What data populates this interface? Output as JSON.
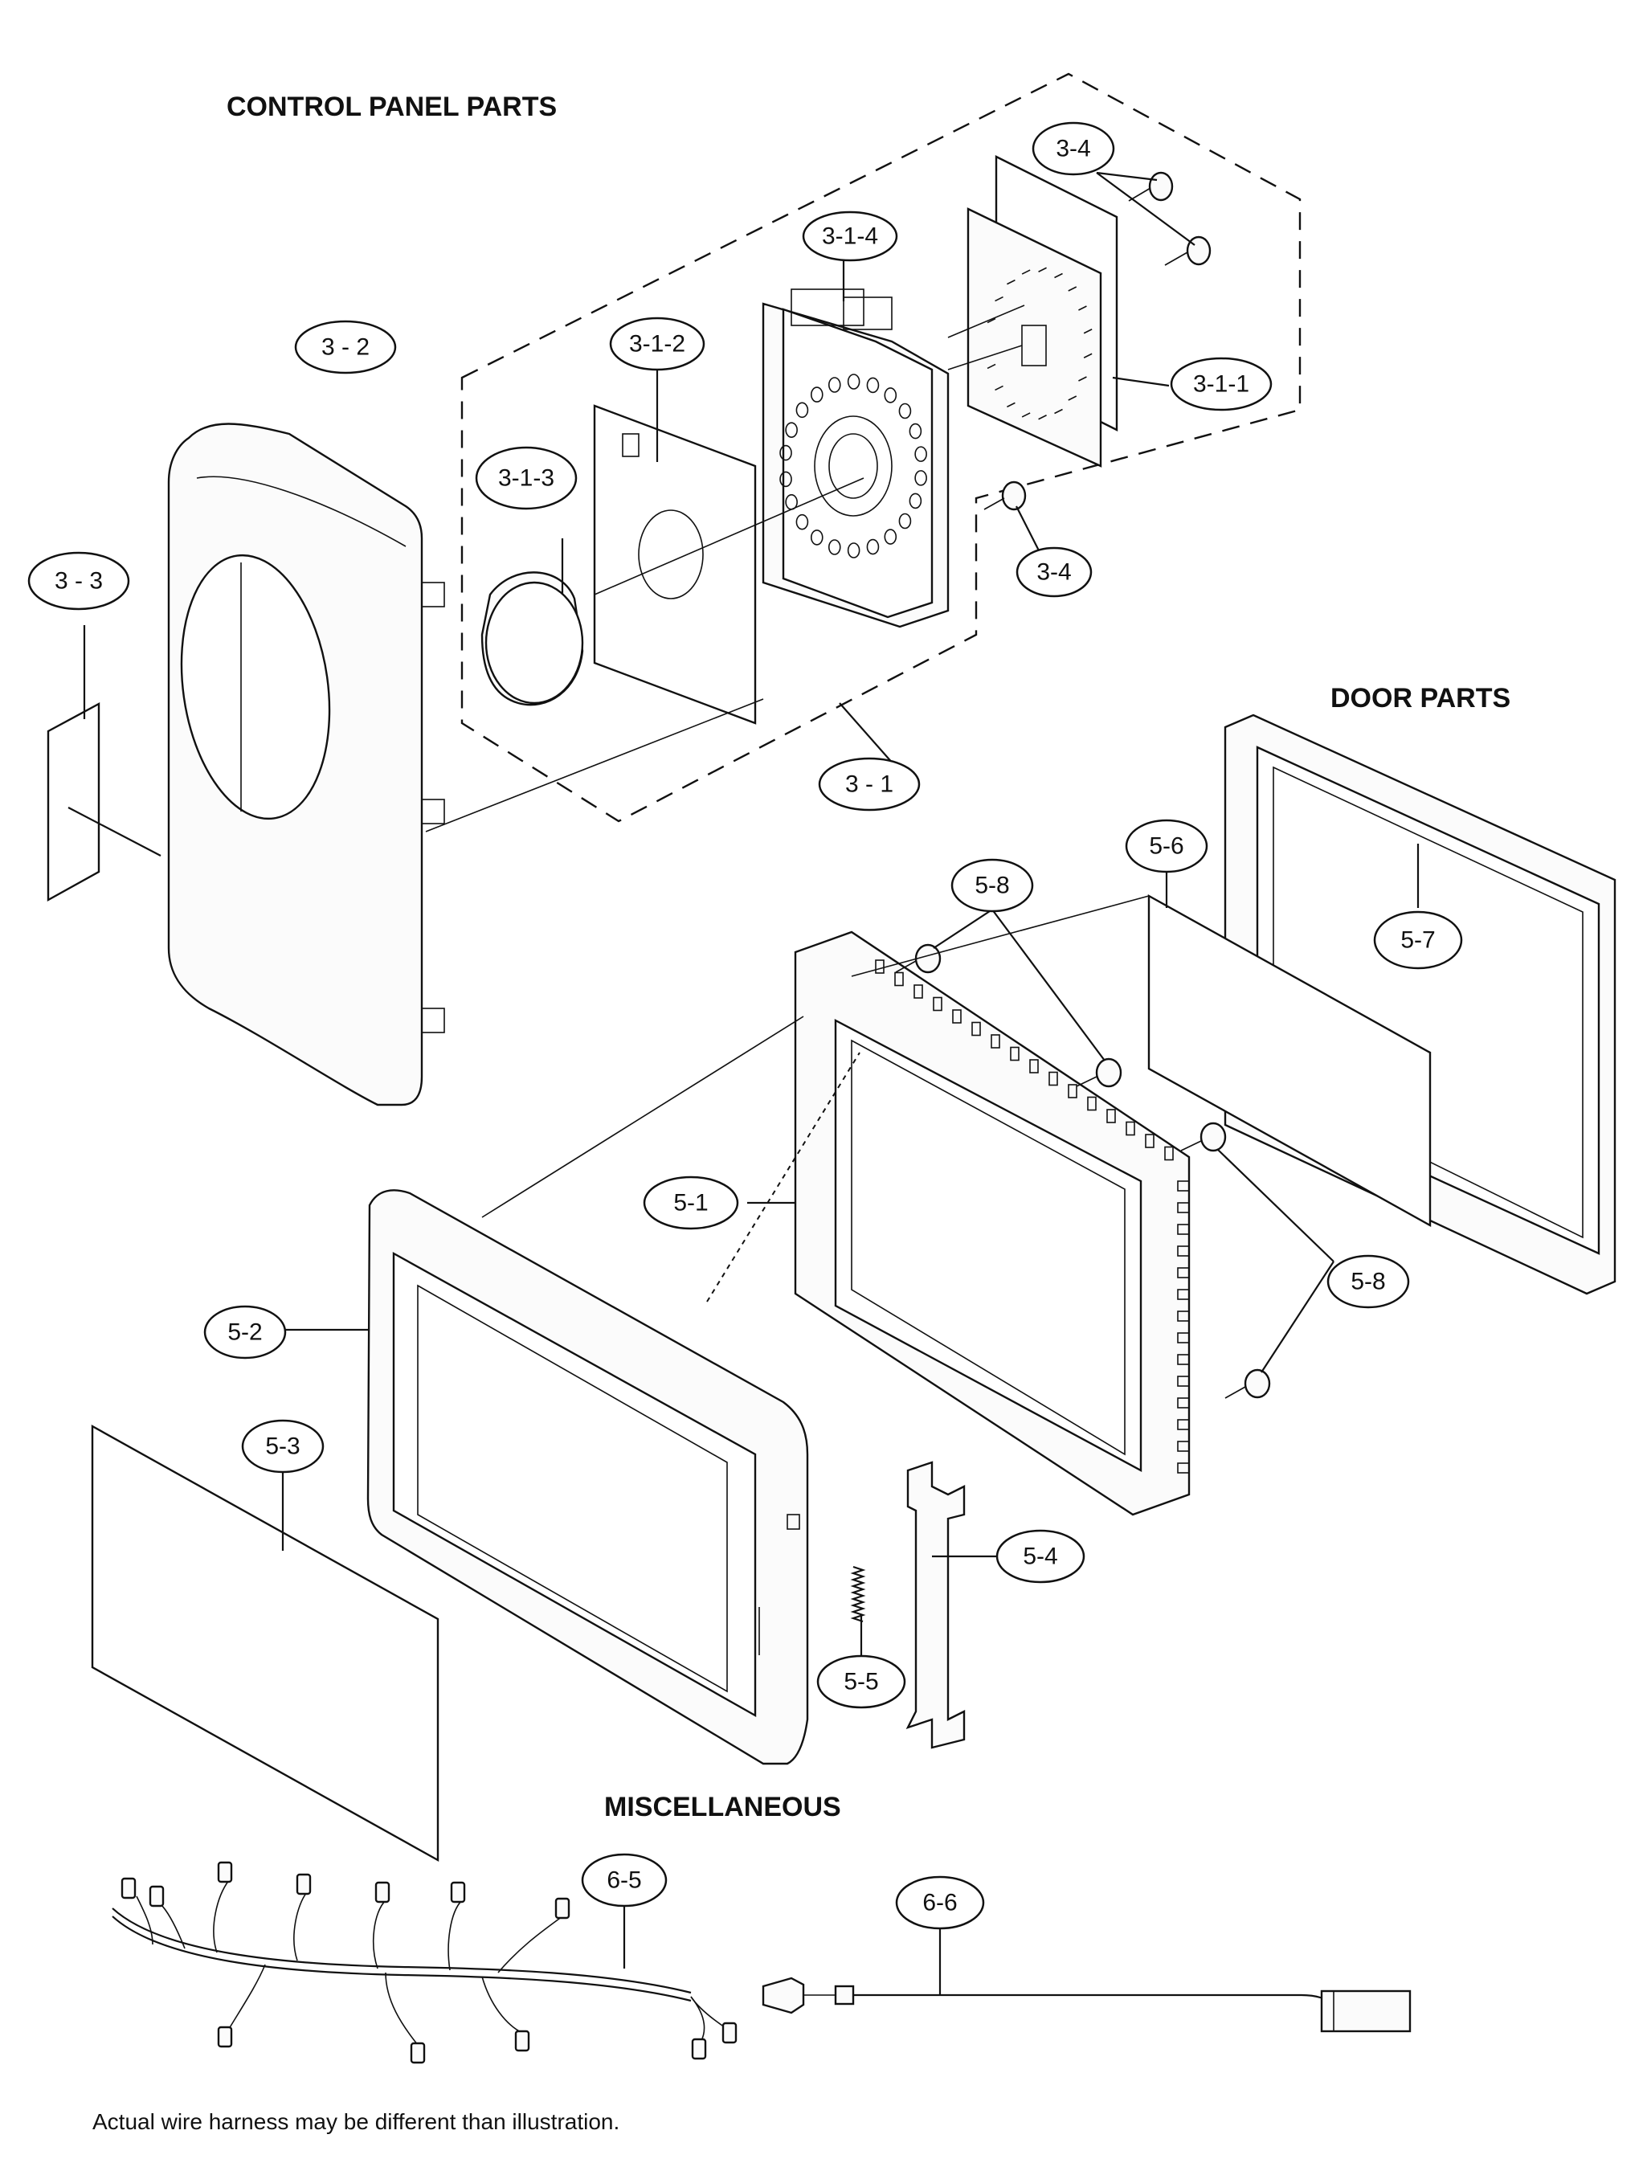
{
  "sections": {
    "control_panel": "CONTROL PANEL PARTS",
    "door": "DOOR PARTS",
    "misc": "MISCELLANEOUS"
  },
  "note": "Actual wire harness may be different than illustration.",
  "callouts": {
    "c_3_4_top": "3-4",
    "c_3_1_4": "3-1-4",
    "c_3_2": "3 - 2",
    "c_3_1_2": "3-1-2",
    "c_3_1_1": "3-1-1",
    "c_3_1_3": "3-1-3",
    "c_3_4_mid": "3-4",
    "c_3_3": "3 - 3",
    "c_3_1": "3 - 1",
    "c_5_6": "5-6",
    "c_5_8_top": "5-8",
    "c_5_7": "5-7",
    "c_5_1": "5-1",
    "c_5_8_right": "5-8",
    "c_5_2": "5-2",
    "c_5_3": "5-3",
    "c_5_4": "5-4",
    "c_5_5": "5-5",
    "c_6_5": "6-5",
    "c_6_6": "6-6"
  }
}
